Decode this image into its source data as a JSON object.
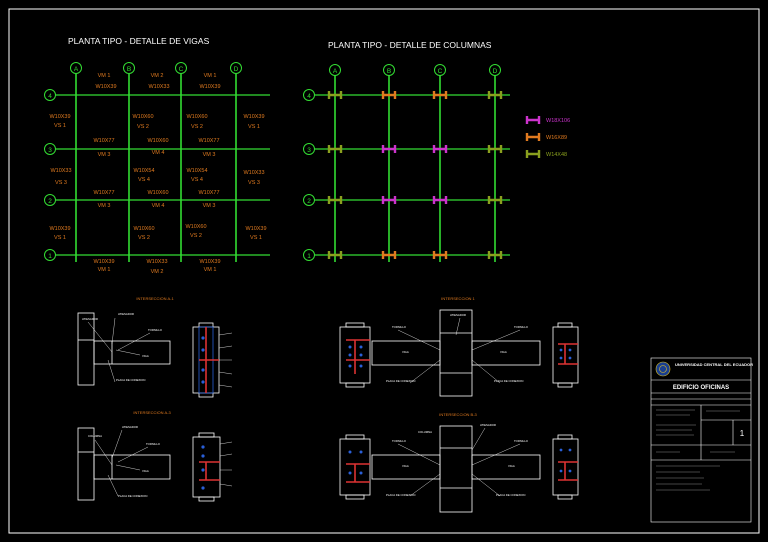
{
  "titles": {
    "vigas": "PLANTA  TIPO - DETALLE DE VIGAS",
    "columnas": "PLANTA  TIPO - DETALLE DE COLUMNAS"
  },
  "colors": {
    "background": "#000000",
    "grid": "#33dd33",
    "text": "#ffffff",
    "orange": "#e07a1f",
    "magenta": "#cc33cc",
    "olive": "#8aa01e",
    "detail_red": "#dd3333",
    "detail_blue": "#2a5fd8"
  },
  "grid_labels": {
    "cols": [
      "A",
      "B",
      "C",
      "D"
    ],
    "rows": [
      "4",
      "3",
      "2",
      "1"
    ]
  },
  "beams": [
    [
      "VM 1",
      "W10X39"
    ],
    [
      "VM 2",
      "W10X33"
    ],
    [
      "VM 1",
      "W10X39"
    ],
    [
      "W10X39",
      "VS 1"
    ],
    [
      "W10X60",
      "VS 2"
    ],
    [
      "W10X60",
      "VS 2"
    ],
    [
      "W10X39",
      "VS 1"
    ],
    [
      "W10X77",
      "VM 3"
    ],
    [
      "W10X60",
      "VM 4"
    ],
    [
      "W10X77",
      "VM 3"
    ],
    [
      "W10X33",
      "VS 3"
    ],
    [
      "W10X54",
      "VS 4"
    ],
    [
      "W10X54",
      "VS 4"
    ],
    [
      "W10X33",
      "VS 3"
    ],
    [
      "W10X77",
      "VM 3"
    ],
    [
      "W10X60",
      "VM 4"
    ],
    [
      "W10X77",
      "VM 3"
    ],
    [
      "W10X39",
      "VS 1"
    ],
    [
      "W10X60",
      "VS 2"
    ],
    [
      "W10X60",
      "VS 2"
    ],
    [
      "W10X39",
      "VS 1"
    ],
    [
      "W10X39",
      "VM 1"
    ],
    [
      "W10X33",
      "VM 2"
    ],
    [
      "W10X39",
      "VM 1"
    ]
  ],
  "column_legend": [
    {
      "label": "W18X106",
      "color": "magenta"
    },
    {
      "label": "W16X89",
      "color": "orange"
    },
    {
      "label": "W14X48",
      "color": "olive"
    }
  ],
  "details": [
    {
      "title": "INTERSECCION A-1"
    },
    {
      "title": "INTERSECCION 1"
    },
    {
      "title": "INTERSECCION A-3"
    },
    {
      "title": "INTERSECCION B-3"
    }
  ],
  "title_block": {
    "university": "UNIVERSIDAD CENTRAL DEL ECUADOR",
    "project": "EDIFICIO OFICINAS",
    "sheet": "1"
  }
}
